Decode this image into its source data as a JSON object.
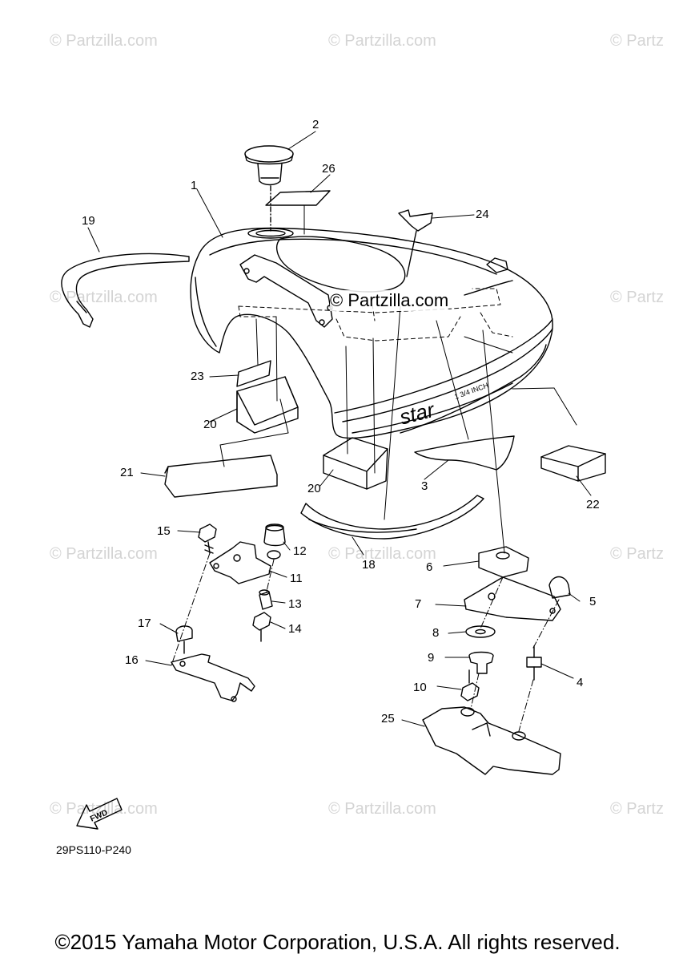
{
  "watermark": {
    "text": "© Partzilla.com",
    "cropped_text": "© Partz",
    "center_text": "© Partzilla.com"
  },
  "callouts": [
    "1",
    "2",
    "3",
    "4",
    "5",
    "6",
    "7",
    "8",
    "9",
    "10",
    "11",
    "12",
    "13",
    "14",
    "15",
    "16",
    "17",
    "18",
    "19",
    "20",
    "20",
    "21",
    "22",
    "23",
    "24",
    "25",
    "26"
  ],
  "tank_emblem": {
    "logo": "star",
    "badge": "1 3/4 INCH"
  },
  "fwd_arrow_label": "FWD",
  "diagram_code": "29PS110-P240",
  "copyright": "©2015 Yamaha Motor Corporation, U.S.A. All rights reserved."
}
